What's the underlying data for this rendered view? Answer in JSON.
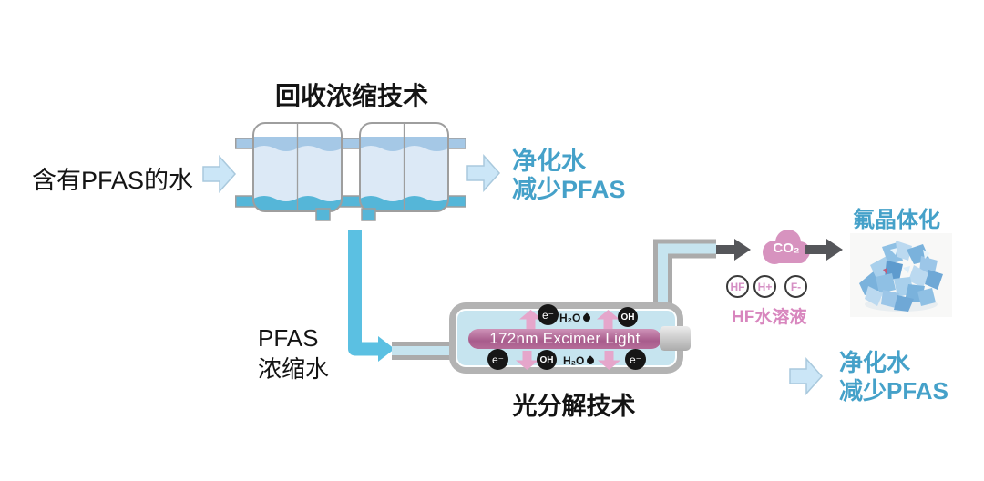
{
  "labels": {
    "input": "含有PFAS的水",
    "recovery_title": "回收浓缩技术",
    "purified_top": {
      "line1": "净化水",
      "line2": "减少PFAS"
    },
    "concentrate": {
      "line1": "PFAS",
      "line2": "浓缩水"
    },
    "photolysis_title": "光分解技术",
    "lamp": "172nm Excimer Light",
    "species": {
      "electron": "e⁻",
      "hydroxyl": "OH",
      "water": "H₂O"
    },
    "co2": "CO₂",
    "ions": [
      "HF",
      "H+",
      "F-"
    ],
    "hf_solution": "HF水溶液",
    "crystal_title": "氟晶体化",
    "purified_bottom": {
      "line1": "净化水",
      "line2": "减少PFAS"
    }
  },
  "colors": {
    "blue_text": "#45A1C9",
    "pink_text": "#D886BE",
    "cyan_flow_arrow": "#5BC0E2",
    "tank_top_band": "#A5C8E6",
    "tank_body": "#DCE9F6",
    "tank_bottom_water": "#55B6D8",
    "light_blue_arrow_fill": "#CBE6F7",
    "dark_arrow": "#55565A",
    "reactor_frame": "#B3B3B3",
    "reactor_interior": "#C6E4EF",
    "lamp_bar": "#A85C8C",
    "uv_arrow_pink": "#E5A6CB",
    "co2_cloud": "#D793BF"
  }
}
